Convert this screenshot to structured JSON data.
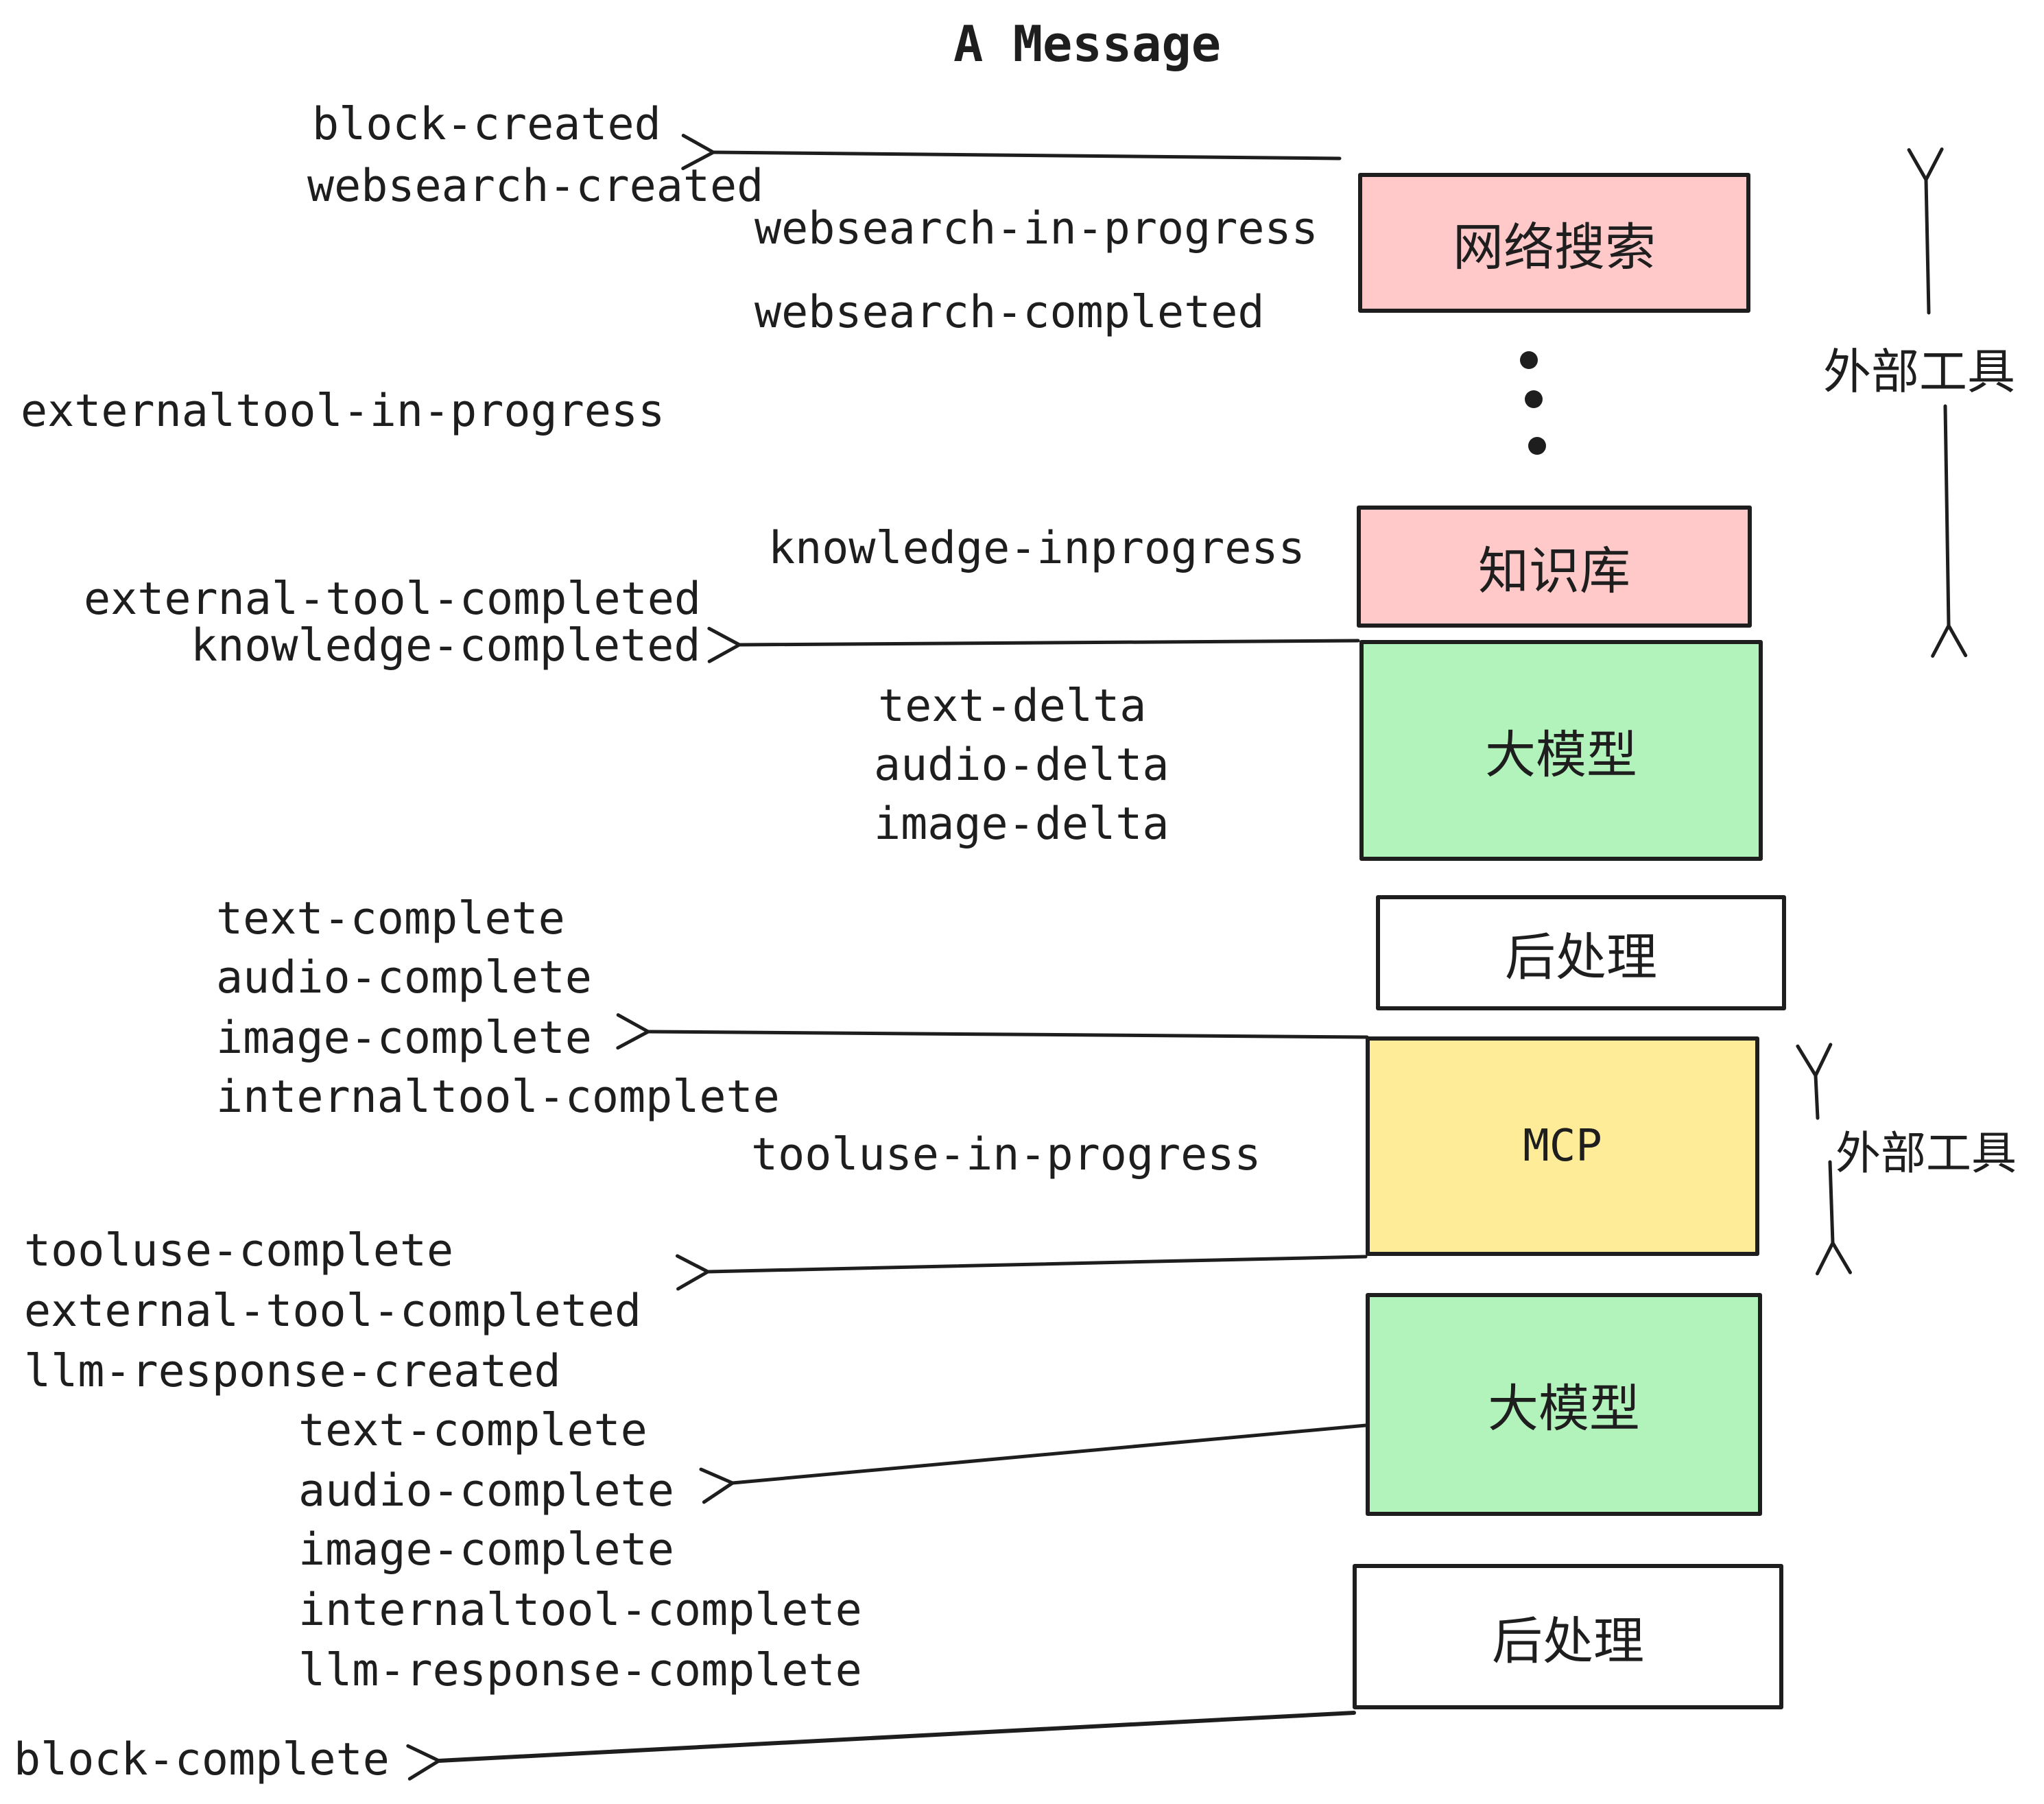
{
  "title": "A Message",
  "colors": {
    "ink": "#1e1e1e",
    "pink": "#ffc9c9",
    "green": "#b2f2bb",
    "yellow": "#ffec99",
    "white": "#ffffff",
    "bg": "#ffffff"
  },
  "nodes": {
    "websearch": {
      "label": "网络搜索",
      "color": "pink"
    },
    "knowledge": {
      "label": "知识库",
      "color": "pink"
    },
    "llm_first": {
      "label": "大模型",
      "color": "green"
    },
    "postprocess_first": {
      "label": "后处理",
      "color": "white"
    },
    "mcp": {
      "label": "MCP",
      "color": "yellow"
    },
    "llm_second": {
      "label": "大模型",
      "color": "green"
    },
    "postprocess_second": {
      "label": "后处理",
      "color": "white"
    }
  },
  "annotations": {
    "external_tools_top": "外部工具",
    "external_tools_bottom": "外部工具"
  },
  "events": {
    "block_created": "block-created",
    "websearch_created": "websearch-created",
    "websearch_in_progress": "websearch-in-progress",
    "websearch_completed": "websearch-completed",
    "externaltool_in_progress": "externaltool-in-progress",
    "knowledge_inprogress": "knowledge-inprogress",
    "external_tool_completed_1": "external-tool-completed",
    "knowledge_completed": "knowledge-completed",
    "text_delta_1": "text-delta",
    "audio_delta_1": "audio-delta",
    "image_delta_1": "image-delta",
    "text_complete_1": "text-complete",
    "audio_complete_1": "audio-complete",
    "image_complete_1": "image-complete",
    "internaltool_complete_1": "internaltool-complete",
    "tooluse_in_progress": "tooluse-in-progress",
    "tooluse_complete": "tooluse-complete",
    "external_tool_completed_2": "external-tool-completed",
    "llm_response_created": "llm-response-created",
    "text_complete_2": "text-complete",
    "audio_complete_2": "audio-complete",
    "image_complete_2": "image-complete",
    "internaltool_complete_2": "internaltool-complete",
    "llm_response_complete": "llm-response-complete",
    "block_complete": "block-complete"
  }
}
